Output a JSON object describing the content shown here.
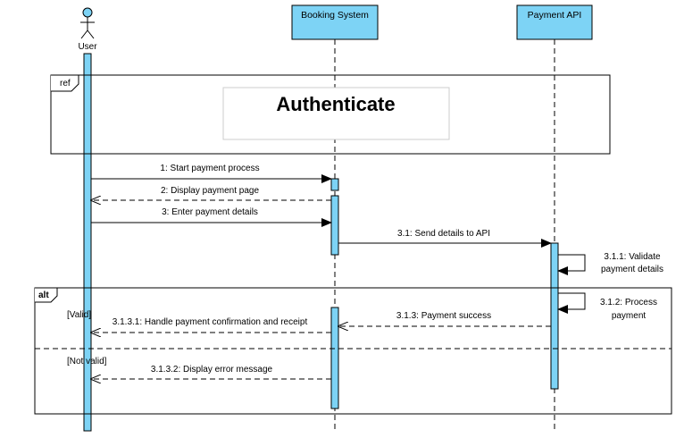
{
  "participants": {
    "user": "User",
    "booking": "Booking System",
    "payment": "Payment API"
  },
  "ref_frame": {
    "tag": "ref",
    "title": "Authenticate"
  },
  "alt_frame": {
    "tag": "alt",
    "guard_valid": "[Valid]",
    "guard_invalid": "[Not valid]"
  },
  "messages": {
    "m1": "1: Start payment process",
    "m2": "2: Display payment page",
    "m3": "3: Enter payment details",
    "m31": "3.1: Send details to API",
    "m311_line1": "3.1.1: Validate",
    "m311_line2": "payment details",
    "m312_line1": "3.1.2: Process",
    "m312_line2": "payment",
    "m313": "3.1.3: Payment success",
    "m3131": "3.1.3.1: Handle payment confirmation and receipt",
    "m3132": "3.1.3.2: Display error message"
  },
  "colors": {
    "lifeline_box": "#7dd3f5",
    "activation": "#7dd3f5",
    "stroke": "#000000"
  }
}
